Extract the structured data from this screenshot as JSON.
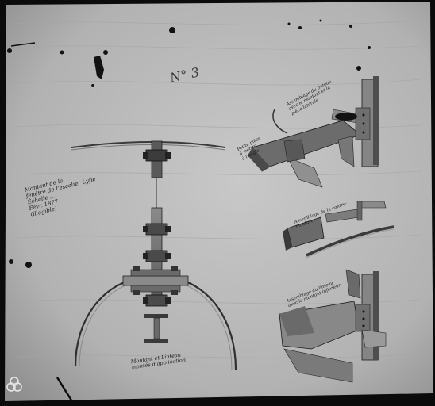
{
  "labels": {
    "sheet_number": "N° 3",
    "title_block": "Montant de la\nfenêtre de l'escalier Lyfie\nÉchelle ...\nFévr. 1877\n(illegible)",
    "bottom_caption": "Montant et Linteau\nmontés d'application",
    "detail_top_right": "Assemblage du linteau\navec le montant et la\npièce latérale",
    "detail_left_mid": "Petite pièce\nà mettre\nà l'angle",
    "detail_mid_right": "Assemblage de la contre-moulure",
    "detail_lower_right": "Assemblage du linteau\navec le montant inférieur"
  },
  "colors": {
    "paper": "#bcbcbc",
    "ink": "#1b1b1b",
    "metal_fill": "#7a7a7a",
    "shadow": "#505050"
  },
  "icons": {
    "archive_stamp": "trefoil-stamp-icon"
  }
}
